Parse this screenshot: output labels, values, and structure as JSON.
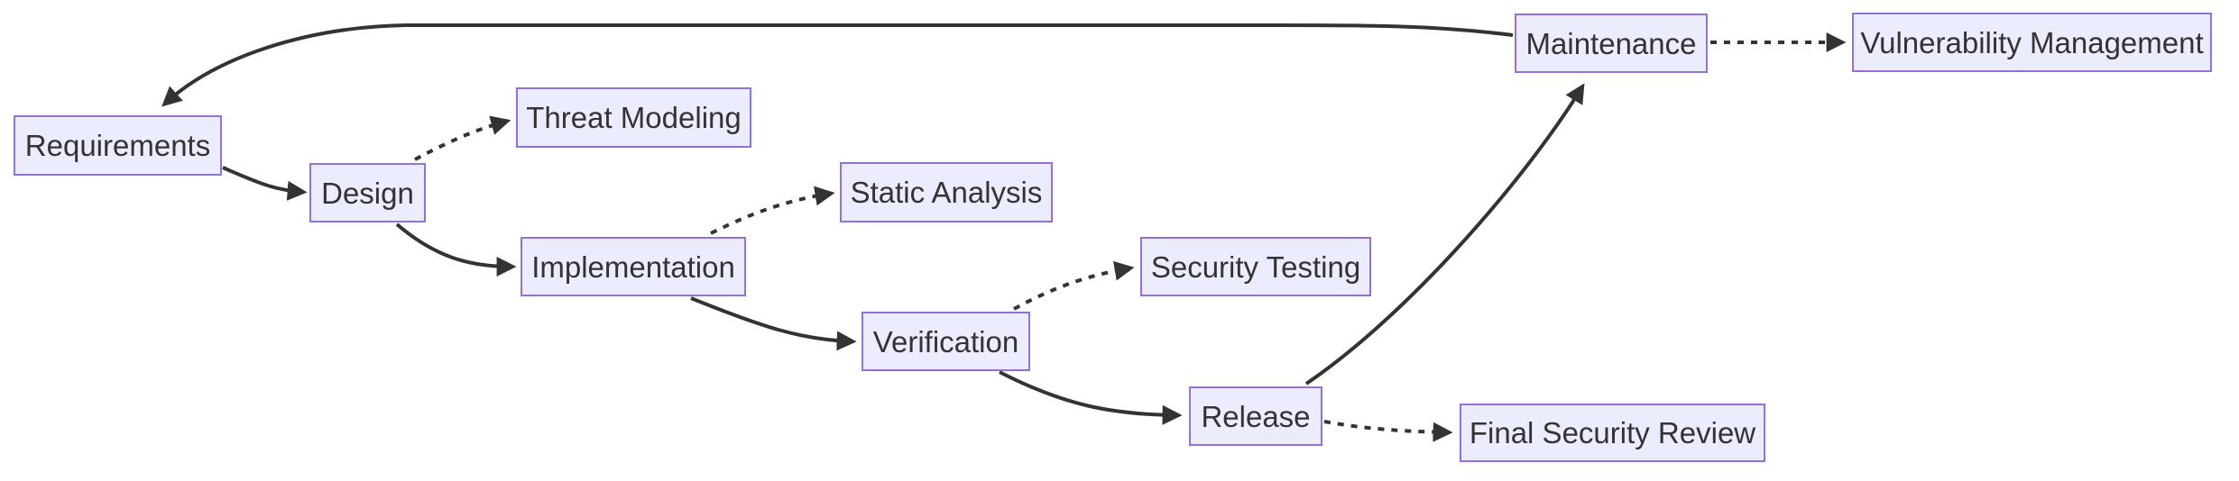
{
  "diagram": {
    "type": "flowchart",
    "title": "Secure development lifecycle flowchart",
    "colors": {
      "node_fill": "#ECECFF",
      "node_border": "#9370DB",
      "node_text": "#333333",
      "edge_color": "#333333",
      "background": "#FFFFFF"
    },
    "nodes": [
      {
        "id": "requirements",
        "label": "Requirements"
      },
      {
        "id": "design",
        "label": "Design"
      },
      {
        "id": "threat_modeling",
        "label": "Threat Modeling"
      },
      {
        "id": "implementation",
        "label": "Implementation"
      },
      {
        "id": "static_analysis",
        "label": "Static Analysis"
      },
      {
        "id": "verification",
        "label": "Verification"
      },
      {
        "id": "security_testing",
        "label": "Security Testing"
      },
      {
        "id": "release",
        "label": "Release"
      },
      {
        "id": "final_security_review",
        "label": "Final Security Review"
      },
      {
        "id": "maintenance",
        "label": "Maintenance"
      },
      {
        "id": "vulnerability_management",
        "label": "Vulnerability Management"
      }
    ],
    "edges": [
      {
        "from": "requirements",
        "to": "design",
        "style": "solid"
      },
      {
        "from": "design",
        "to": "threat_modeling",
        "style": "dotted"
      },
      {
        "from": "design",
        "to": "implementation",
        "style": "solid"
      },
      {
        "from": "implementation",
        "to": "static_analysis",
        "style": "dotted"
      },
      {
        "from": "implementation",
        "to": "verification",
        "style": "solid"
      },
      {
        "from": "verification",
        "to": "security_testing",
        "style": "dotted"
      },
      {
        "from": "verification",
        "to": "release",
        "style": "solid"
      },
      {
        "from": "release",
        "to": "final_security_review",
        "style": "dotted"
      },
      {
        "from": "release",
        "to": "maintenance",
        "style": "solid"
      },
      {
        "from": "maintenance",
        "to": "vulnerability_management",
        "style": "dotted"
      },
      {
        "from": "maintenance",
        "to": "requirements",
        "style": "solid"
      }
    ]
  }
}
